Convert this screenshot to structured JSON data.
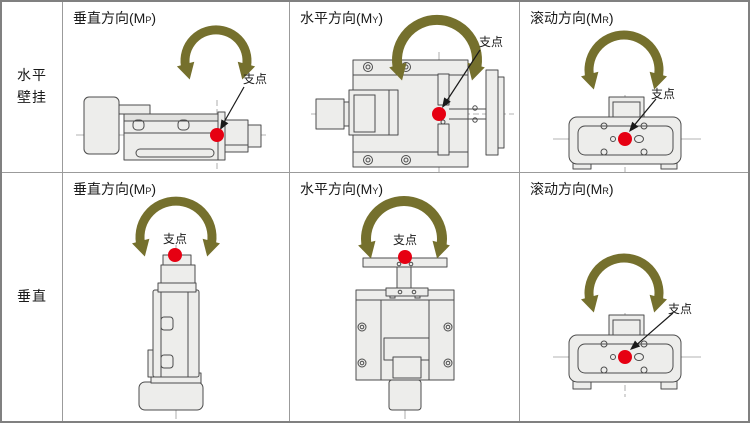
{
  "colors": {
    "arrow_olive": "#75702d",
    "fulcrum_red": "#e60012",
    "grid_line": "#9b9b9b",
    "outer_border": "#808080",
    "drawing_fill": "#ededeb",
    "drawing_stroke": "#4c4c4c"
  },
  "icons": {
    "rotation_arrow": "double-headed-arc-rocking-motion",
    "fulcrum_point": "red-filled-circle"
  },
  "rows": [
    {
      "label_lines": [
        "水平",
        "壁挂"
      ],
      "cells": [
        {
          "title_prefix": "垂直方向(M",
          "title_sub": "P",
          "title_suffix": ")",
          "fulcrum_label": "支点"
        },
        {
          "title_prefix": "水平方向(M",
          "title_sub": "Y",
          "title_suffix": ")",
          "fulcrum_label": "支点"
        },
        {
          "title_prefix": "滚动方向(M",
          "title_sub": "R",
          "title_suffix": ")",
          "fulcrum_label": "支点"
        }
      ]
    },
    {
      "label_lines": [
        "垂直"
      ],
      "cells": [
        {
          "title_prefix": "垂直方向(M",
          "title_sub": "P",
          "title_suffix": ")",
          "fulcrum_label": "支点"
        },
        {
          "title_prefix": "水平方向(M",
          "title_sub": "Y",
          "title_suffix": ")",
          "fulcrum_label": "支点"
        },
        {
          "title_prefix": "滚动方向(M",
          "title_sub": "R",
          "title_suffix": ")",
          "fulcrum_label": "支点"
        }
      ]
    }
  ]
}
